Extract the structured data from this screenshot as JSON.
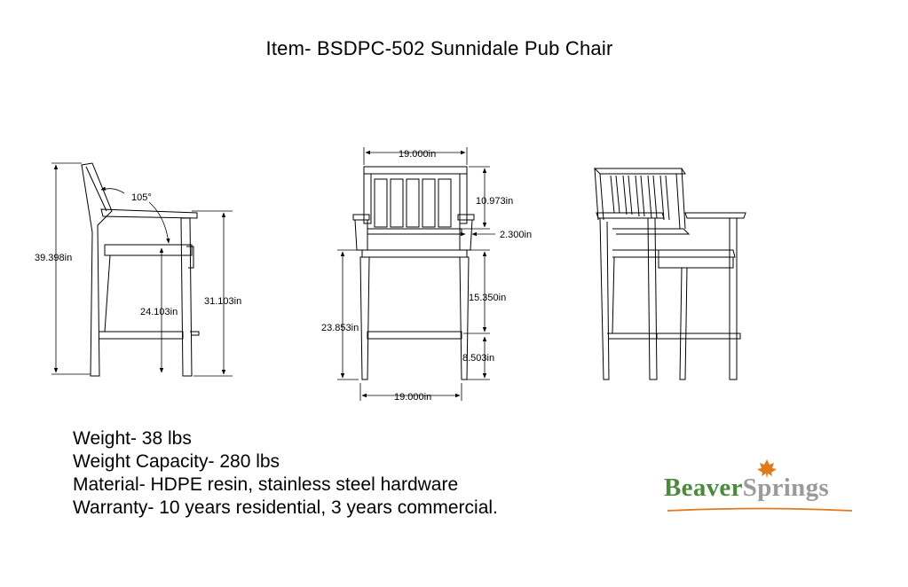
{
  "title": "Item- BSDPC-502 Sunnidale Pub Chair",
  "dimensions": {
    "angle": "105°",
    "side_height": "39.398in",
    "side_seat_height": "24.103in",
    "side_arm_height": "31.103in",
    "front_width_top": "19.000in",
    "front_back_height": "10.973in",
    "front_arm_height": "2.300in",
    "front_seat_to_footrest": "15.350in",
    "front_seat_height": "23.853in",
    "front_footrest_height": "8.503in",
    "front_width_bottom": "19.000in"
  },
  "specs": {
    "weight": "Weight- 38 lbs",
    "capacity": "Weight Capacity- 280 lbs",
    "material": "Material- HDPE resin, stainless steel hardware",
    "warranty": "Warranty- 10 years residential, 3 years commercial."
  },
  "logo": {
    "part1": "Beaver",
    "part2": "Springs",
    "color1": "#4b8a3c",
    "color2": "#9a9a9a",
    "leaf_color": "#e07a1f"
  }
}
